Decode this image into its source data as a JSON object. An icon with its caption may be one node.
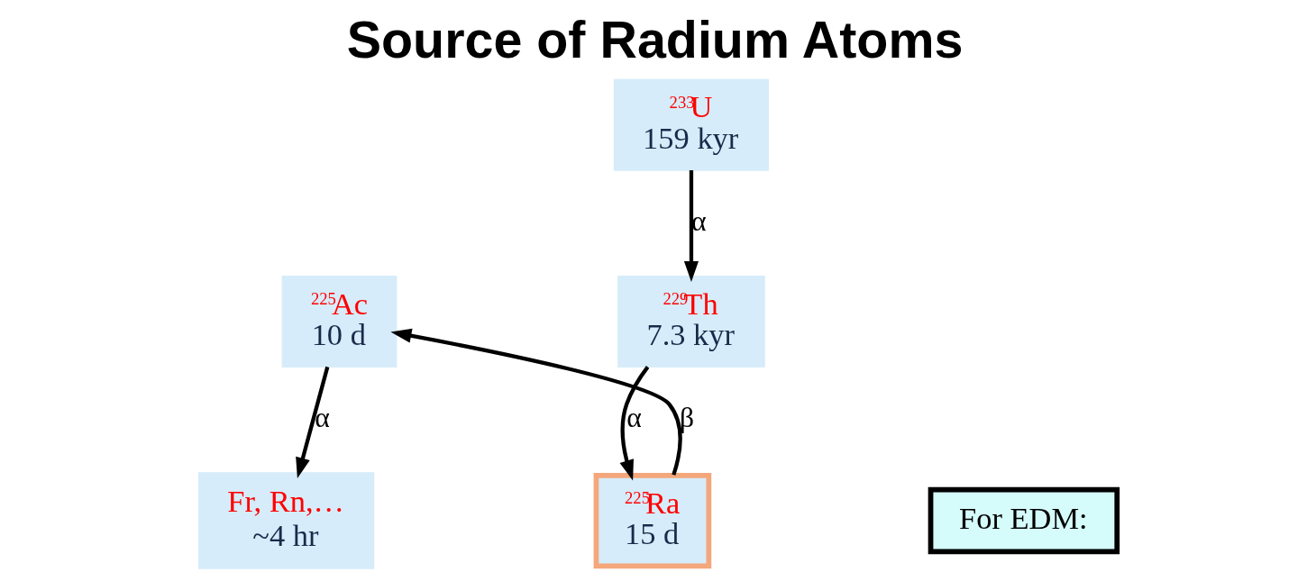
{
  "diagram": {
    "title": "Source of Radium Atoms",
    "nodes": [
      {
        "text": [
          "$^{233}$U",
          "159 kyr"
        ]
      },
      {
        "text": [
          "$^{229}$Th",
          "7.3 kyr"
        ]
      },
      {
        "text": [
          "$^{225}$Ac",
          "10 d"
        ]
      },
      {
        "text": [
          "Fr, Rn,…",
          "~4 hr"
        ]
      },
      {
        "text": [
          "$^{225}$Ra",
          "15 d"
        ]
      },
      {
        "text": [
          "For EDM:"
        ]
      }
    ],
    "edges": [
      {
        "from": 0,
        "to": 1,
        "arrow": "to",
        "label": "α"
      },
      {
        "from": 1,
        "to": 4,
        "arrow": "to",
        "label": "α"
      },
      {
        "from": 4,
        "to": 2,
        "arrow": "to",
        "label": "β"
      },
      {
        "from": 2,
        "to": 3,
        "arrow": "to",
        "label": "α"
      }
    ]
  }
}
